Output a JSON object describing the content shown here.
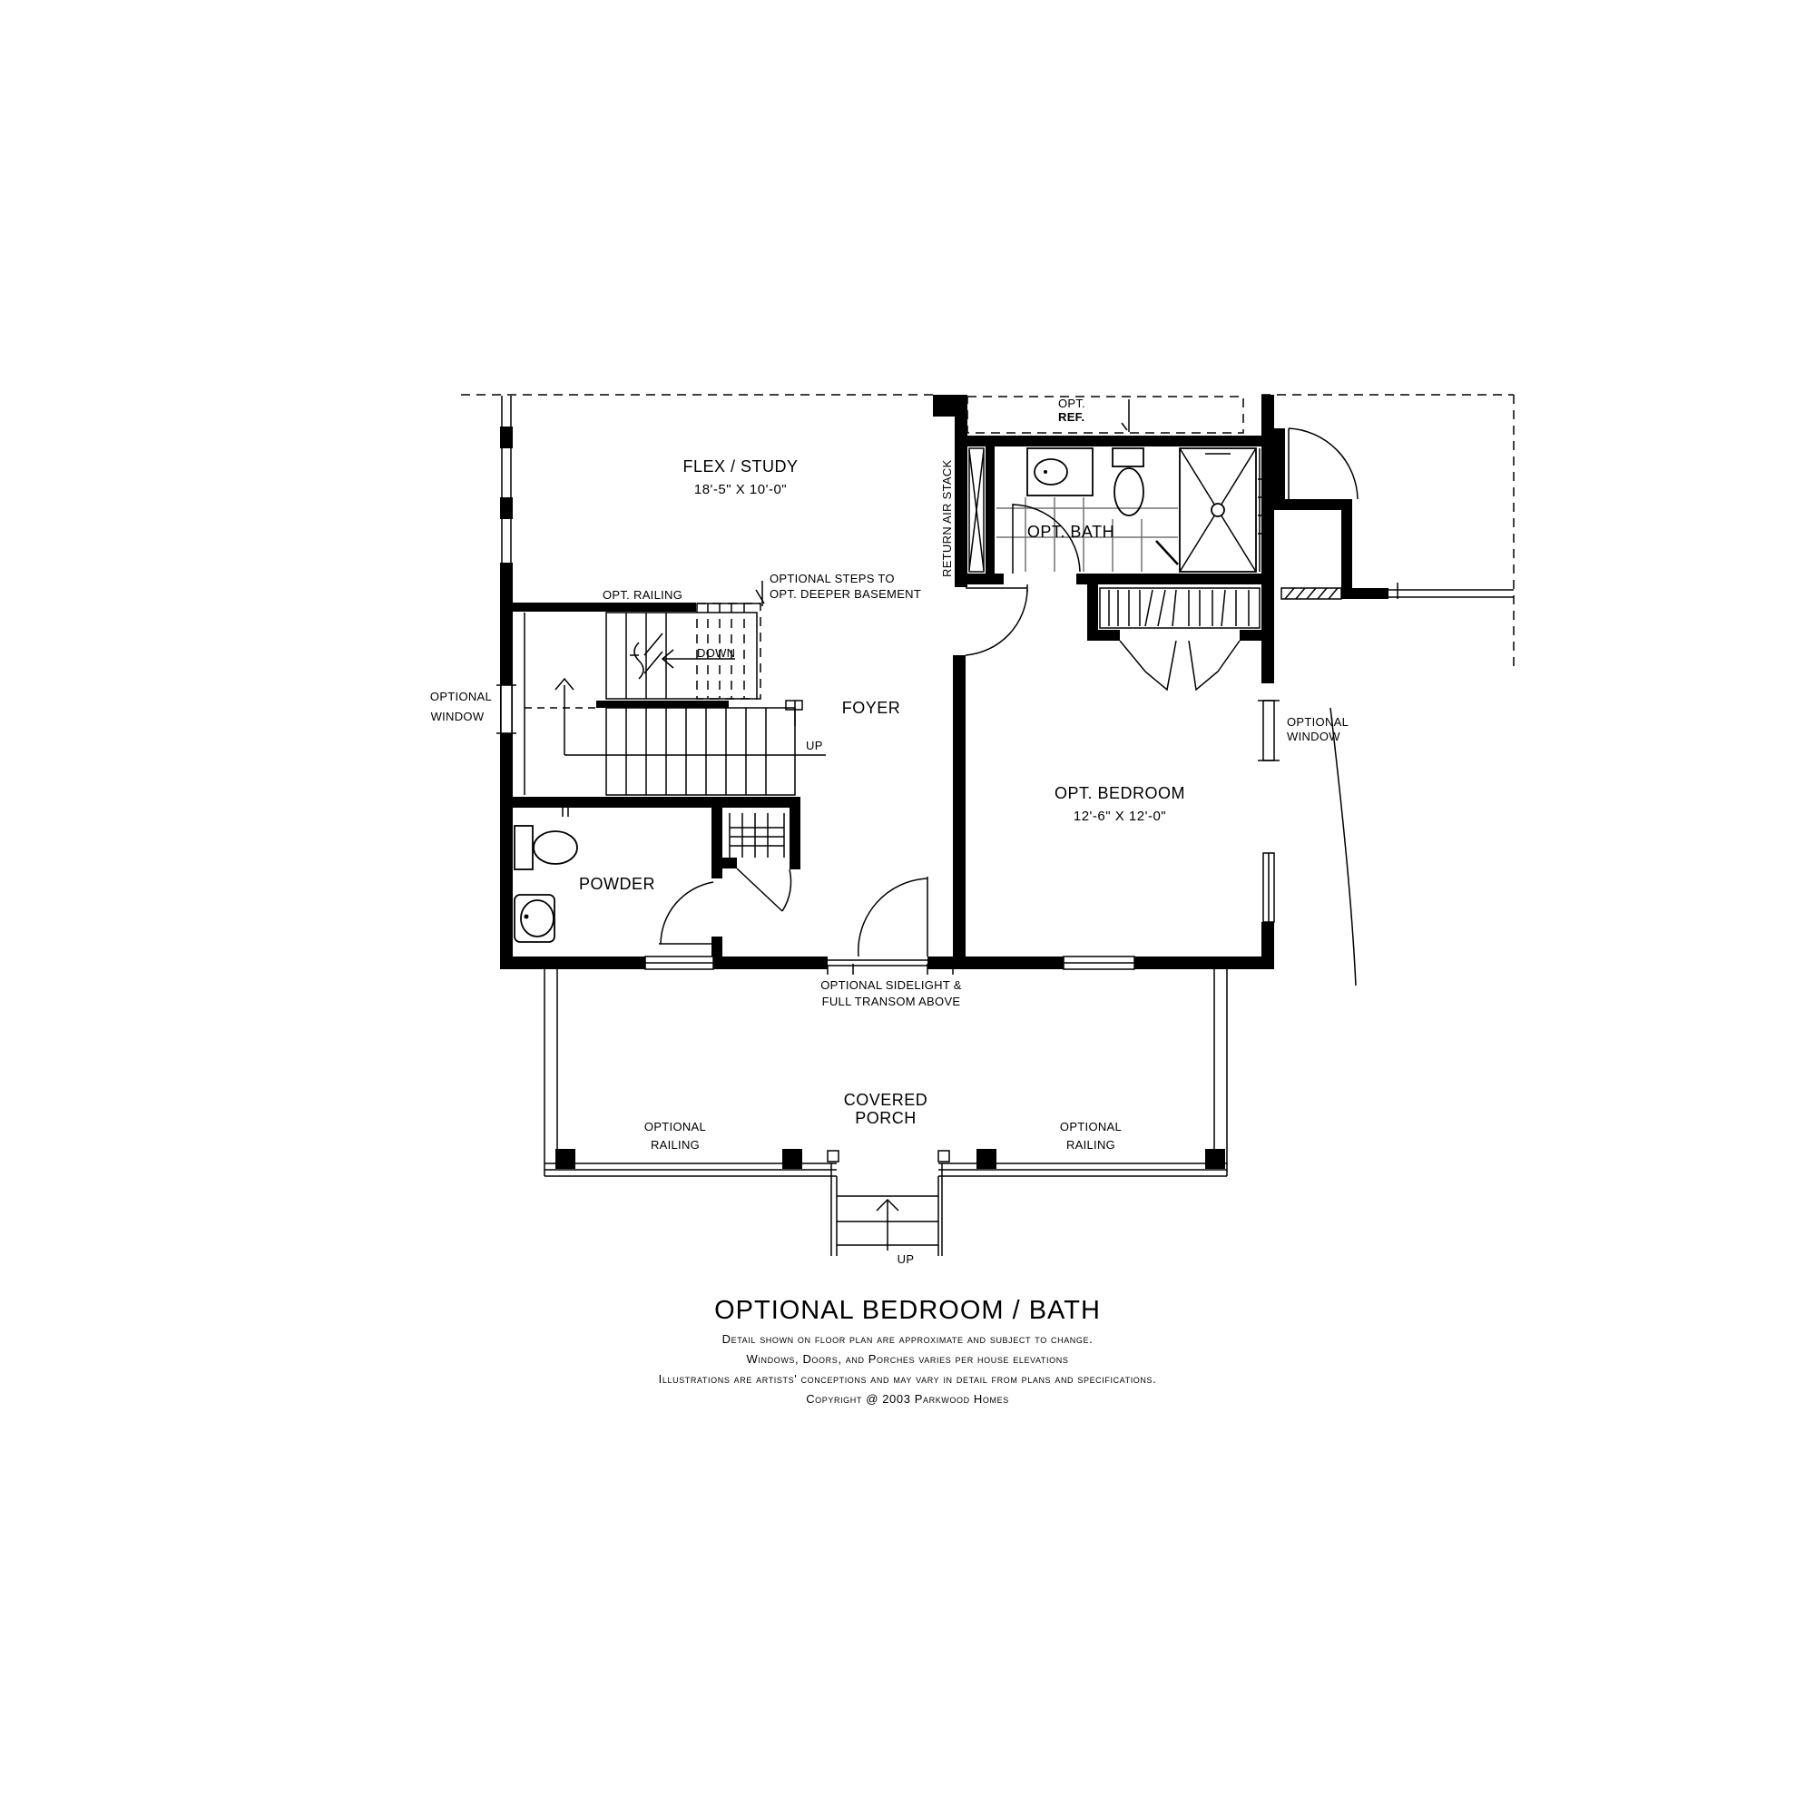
{
  "rooms": {
    "flex_study": {
      "name": "FLEX / STUDY",
      "size": "18'-5\" X 10'-0\""
    },
    "opt_bath": {
      "name": "OPT. BATH"
    },
    "foyer": {
      "name": "FOYER"
    },
    "powder": {
      "name": "POWDER"
    },
    "opt_bedroom": {
      "name": "OPT. BEDROOM",
      "size": "12'-6\" X 12'-0\""
    },
    "covered_porch": {
      "line1": "COVERED",
      "line2": "PORCH"
    }
  },
  "notes": {
    "opt_ref_line1": "OPT.",
    "opt_ref_line2": "REF.",
    "return_air_stack": "RETURN AIR STACK",
    "optional_steps_line1": "OPTIONAL STEPS TO",
    "optional_steps_line2": "OPT. DEEPER BASEMENT",
    "opt_railing": "OPT. RAILING",
    "down": "DOWN",
    "up_stair": "UP",
    "optional_window_left_line1": "OPTIONAL",
    "optional_window_left_line2": "WINDOW",
    "optional_window_right_line1": "OPTIONAL",
    "optional_window_right_line2": "WINDOW",
    "sidelight_line1": "OPTIONAL SIDELIGHT &",
    "sidelight_line2": "FULL TRANSOM ABOVE",
    "railing_left_line1": "OPTIONAL",
    "railing_left_line2": "RAILING",
    "railing_right_line1": "OPTIONAL",
    "railing_right_line2": "RAILING",
    "up_porch": "UP"
  },
  "caption": {
    "title": "OPTIONAL BEDROOM / BATH",
    "lines": [
      "Detail shown on floor plan are approximate and subject to change.",
      "Windows, Doors, and Porches varies per house elevations",
      "Illustrations are artists' conceptions and may vary in detail from plans and specifications.",
      "Copyright @ 2003 Parkwood Homes"
    ]
  }
}
